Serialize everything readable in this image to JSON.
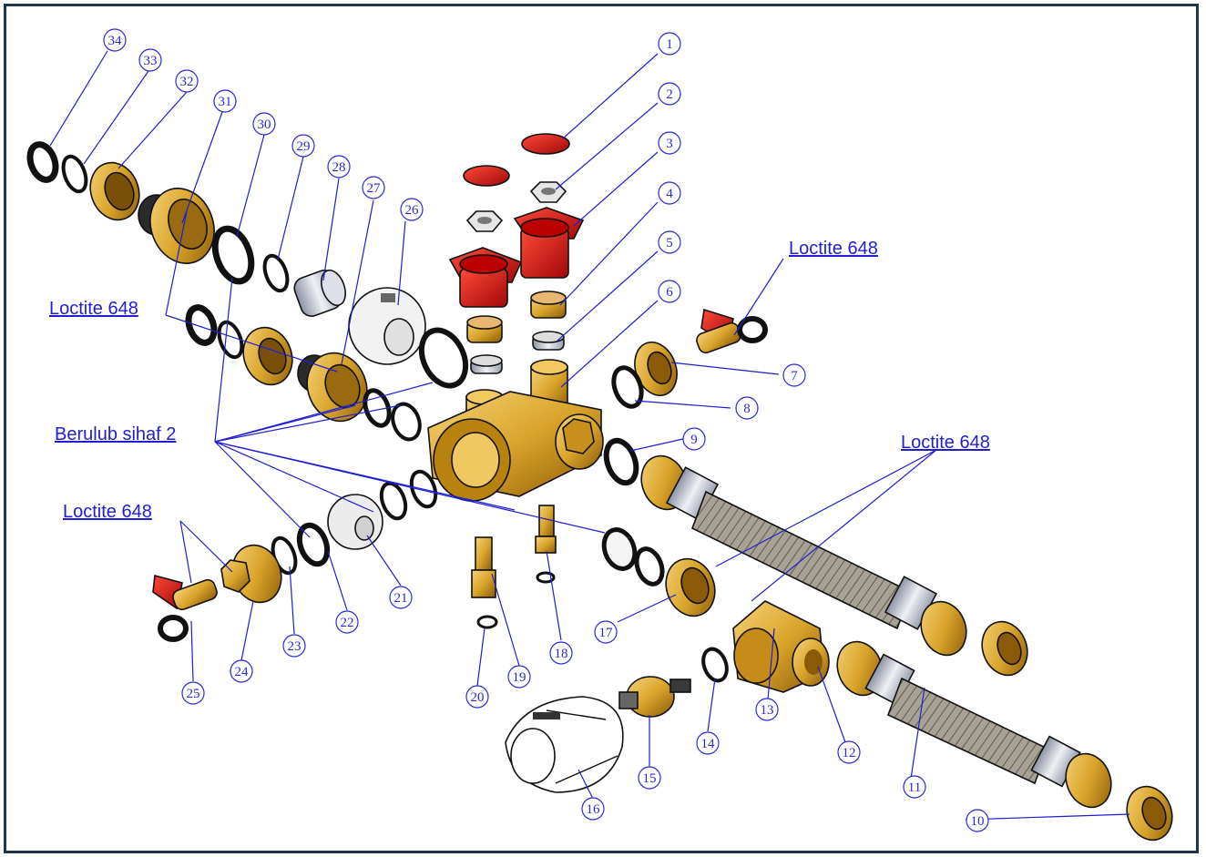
{
  "colors": {
    "frame": "#1f3450",
    "callout": "#2a2ad8",
    "brass": "#d9a52b",
    "brass_dark": "#9a6a10",
    "red": "#d41414",
    "steel": "#c9cdd6",
    "black": "#111111",
    "hose": "#9a948a"
  },
  "notes": [
    {
      "id": "note-1",
      "text": "Loctite 648"
    },
    {
      "id": "note-2",
      "text": "Loctite 648"
    },
    {
      "id": "note-3",
      "text": "Loctite 648"
    },
    {
      "id": "note-4",
      "text": "Loctite 648"
    },
    {
      "id": "note-5",
      "text": "Berulub sihaf 2"
    }
  ],
  "callouts": [
    "1",
    "2",
    "3",
    "4",
    "5",
    "6",
    "7",
    "8",
    "9",
    "10",
    "11",
    "12",
    "13",
    "14",
    "15",
    "16",
    "17",
    "18",
    "19",
    "20",
    "21",
    "22",
    "23",
    "24",
    "25",
    "26",
    "27",
    "28",
    "29",
    "30",
    "31",
    "32",
    "33",
    "34"
  ]
}
